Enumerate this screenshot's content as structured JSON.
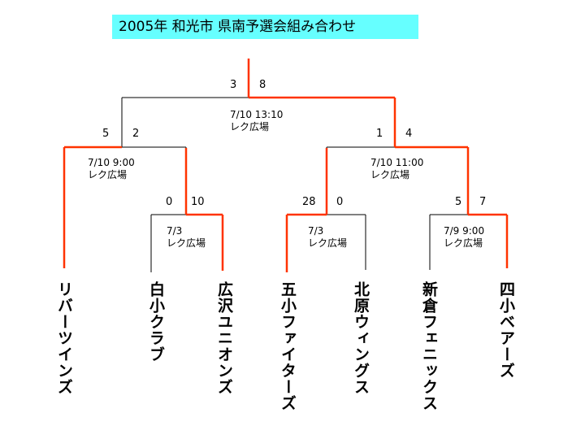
{
  "title": "2005年 和光市 県南予選会組み合わせ",
  "colors": {
    "title_bg": "#66ffff",
    "winner_line": "#ff3300",
    "plain_line": "#000000"
  },
  "teams": [
    "リバーツインズ",
    "白小クラブ",
    "広沢ユニオンズ",
    "五小ファイターズ",
    "北原ウィングス",
    "新倉フェニックス",
    "四小ベアーズ"
  ],
  "matches": {
    "r1a": {
      "score_left": "0",
      "score_right": "10",
      "date": "7/3",
      "venue": "レク広場"
    },
    "r1b": {
      "score_left": "28",
      "score_right": "0",
      "date": "7/3",
      "venue": "レク広場"
    },
    "r1c": {
      "score_left": "5",
      "score_right": "7",
      "date": "7/9  9:00",
      "venue": "レク広場"
    },
    "sf1": {
      "score_left": "5",
      "score_right": "2",
      "date": "7/10  9:00",
      "venue": "レク広場"
    },
    "sf2": {
      "score_left": "1",
      "score_right": "4",
      "date": "7/10  11:00",
      "venue": "レク広場"
    },
    "final": {
      "score_left": "3",
      "score_right": "8",
      "date": "7/10  13:10",
      "venue": "レク広場"
    }
  }
}
